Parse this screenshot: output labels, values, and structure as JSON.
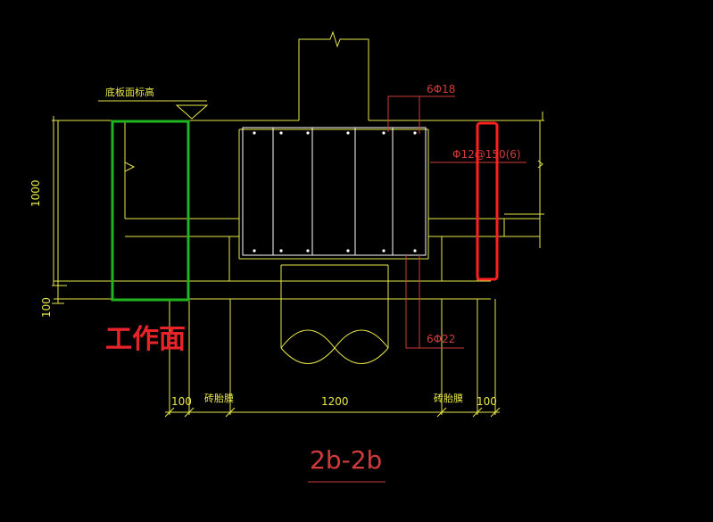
{
  "drawing": {
    "section_title": "2b-2b",
    "labels": {
      "slab_top_elevation": "底板面标高",
      "top_bars": "6Φ18",
      "stirrups": "Φ12@150(6)",
      "bottom_bars": "6Φ22",
      "brick_form_left": "砖胎膜",
      "brick_form_right": "砖胎膜"
    },
    "dimensions": {
      "height_main": "1000",
      "height_bottom": "100",
      "width_left": "100",
      "width_center": "1200",
      "width_right": "100"
    },
    "annotation": {
      "handwritten_note": "工作面",
      "highlight_left_color": "#1fb51f",
      "highlight_right_color": "#ff2020"
    },
    "colors": {
      "background": "#000000",
      "lines": "#e8e84a",
      "rebar": "#ffffff",
      "leaders": "#d23b3b"
    }
  }
}
